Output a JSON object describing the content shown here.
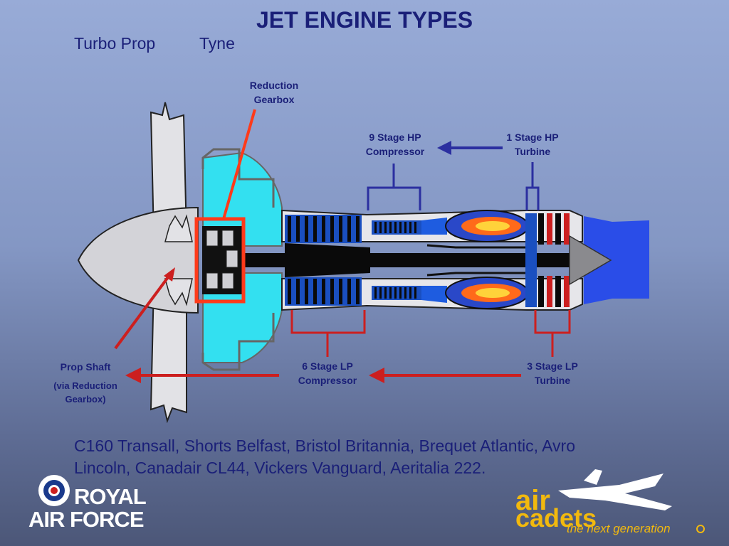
{
  "title": "JET ENGINE TYPES",
  "subtitle_left": "Turbo Prop",
  "subtitle_right": "Tyne",
  "labels": {
    "reduction_gearbox": [
      "Reduction",
      "Gearbox"
    ],
    "hp_compressor": [
      "9 Stage HP",
      "Compressor"
    ],
    "hp_turbine": [
      "1 Stage HP",
      "Turbine"
    ],
    "prop_shaft": "Prop Shaft",
    "prop_shaft_note": [
      "(via Reduction",
      "Gearbox)"
    ],
    "lp_compressor": [
      "6 Stage LP",
      "Compressor"
    ],
    "lp_turbine": [
      "3 Stage LP",
      "Turbine"
    ]
  },
  "aircraft_list": [
    "C160 Transall, Shorts Belfast, Bristol Britannia, Brequet Atlantic, Avro",
    "Lincoln, Canadair CL44, Vickers Vanguard, Aeritalia 222."
  ],
  "logos": {
    "raf": [
      "ROYAL",
      "AIR FORCE"
    ],
    "air_cadets": [
      "air",
      "cadets"
    ],
    "air_cadets_tagline": "the next generation"
  },
  "colors": {
    "title": "#1a1f78",
    "hp_marker": "#2b2fa0",
    "lp_marker": "#cc1f1f",
    "gearbox_box": "#ff3a1a",
    "intake": "#33e0f0",
    "exhaust": "#2a4de8"
  }
}
